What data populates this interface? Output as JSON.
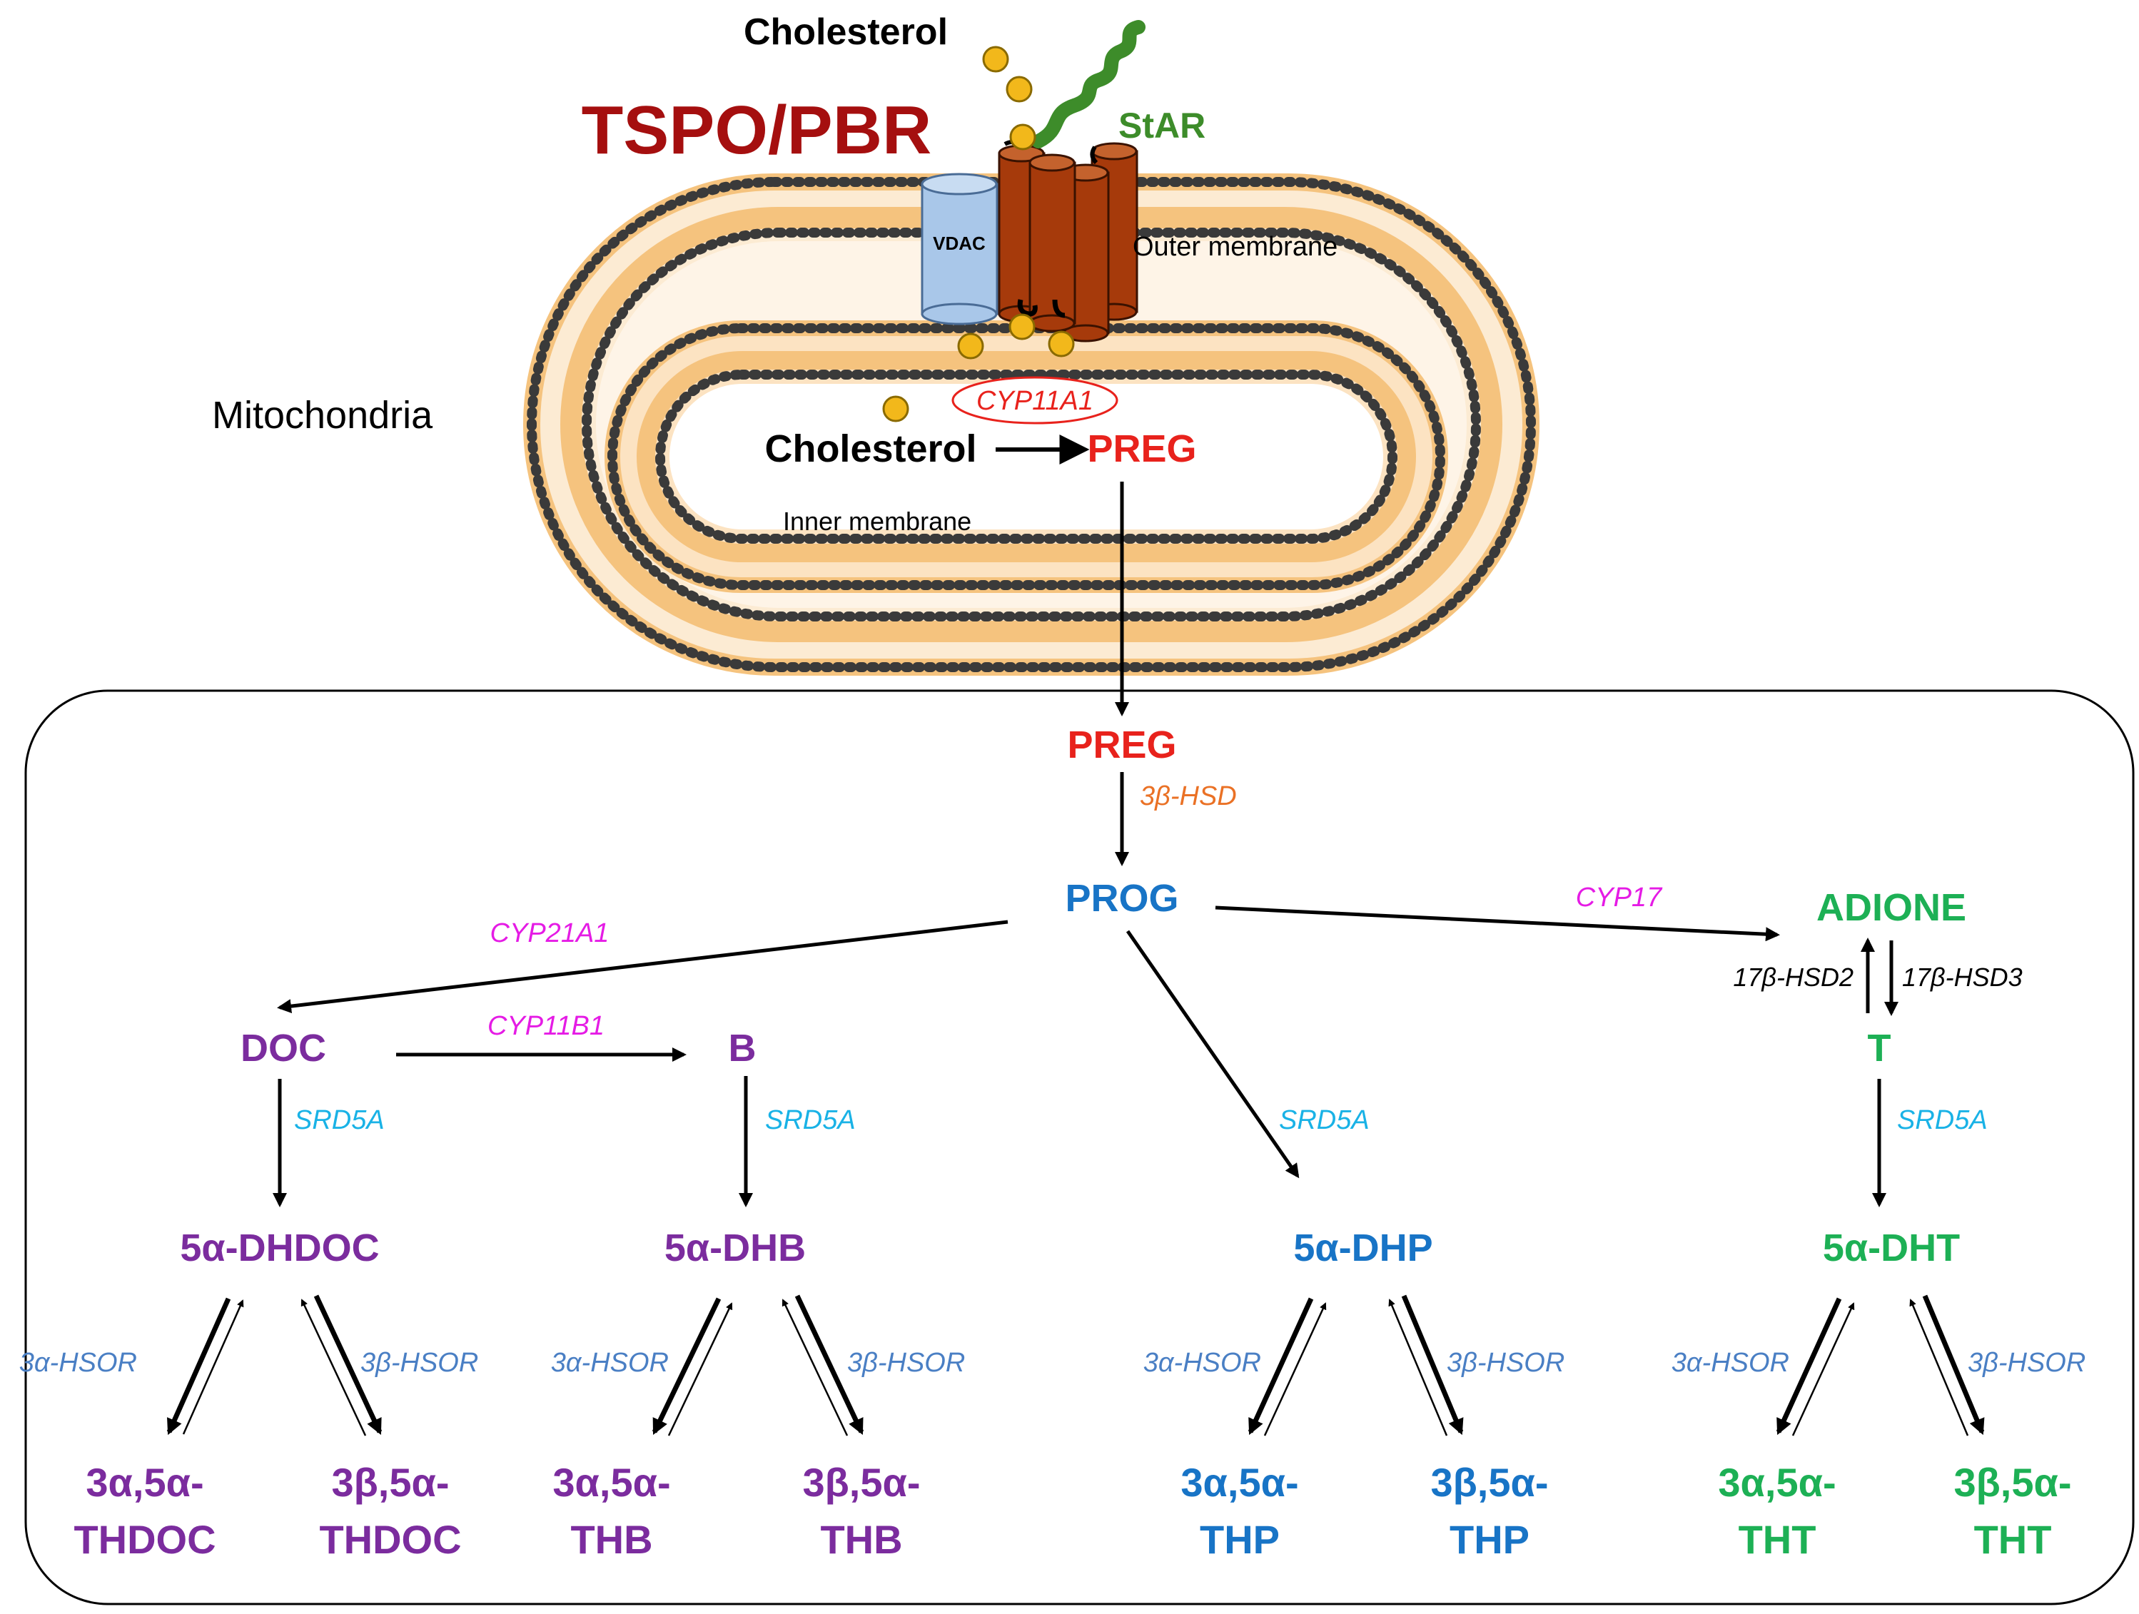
{
  "colors": {
    "purple": "#7B2C9E",
    "blue": "#1874C6",
    "green": "#1DB055",
    "red": "#E8221C",
    "dark_red": "#A50F0F",
    "magenta": "#E51BE5",
    "cyan": "#19B2E6",
    "steel_blue": "#4A7FC4",
    "orange": "#EA7125",
    "star_green": "#3D8C2A",
    "tspo_brown": "#A63A0B",
    "vdac_blue": "#A9C7E9",
    "lipid_orange": "#F5C37E",
    "cholesterol_yellow": "#F2B81B"
  },
  "mito": {
    "tspo_label": "TSPO/PBR",
    "cholesterol_top": "Cholesterol",
    "star_label": "StAR",
    "vdac_label": "VDAC",
    "outer_membrane": "Outer membrane",
    "inner_membrane": "Inner membrane",
    "mitochondria": "Mitochondria",
    "cyp11a1": "CYP11A1",
    "cholesterol_inner": "Cholesterol",
    "preg_inner": "PREG"
  },
  "pathway": {
    "preg": "PREG",
    "hsd3b": "3β-HSD",
    "prog": "PROG",
    "cyp21a1": "CYP21A1",
    "cyp17": "CYP17",
    "adione": "ADIONE",
    "hsd17b2": "17β-HSD2",
    "hsd17b3": "17β-HSD3",
    "t": "T",
    "doc": "DOC",
    "cyp11b1": "CYP11B1",
    "b": "B",
    "srd5a_doc": "SRD5A",
    "srd5a_b": "SRD5A",
    "srd5a_prog": "SRD5A",
    "srd5a_t": "SRD5A",
    "dhdoc": "5α-DHDOC",
    "dhb": "5α-DHB",
    "dhp": "5α-DHP",
    "dht": "5α-DHT",
    "hsor_a_1": "3α-HSOR",
    "hsor_b_1": "3β-HSOR",
    "hsor_a_2": "3α-HSOR",
    "hsor_b_2": "3β-HSOR",
    "hsor_a_3": "3α-HSOR",
    "hsor_b_3": "3β-HSOR",
    "hsor_a_4": "3α-HSOR",
    "hsor_b_4": "3β-HSOR",
    "thdoc_a_1": "3α,5α-",
    "thdoc_a_2": "THDOC",
    "thdoc_b_1": "3β,5α-",
    "thdoc_b_2": "THDOC",
    "thb_a_1": "3α,5α-",
    "thb_a_2": "THB",
    "thb_b_1": "3β,5α-",
    "thb_b_2": "THB",
    "thp_a_1": "3α,5α-",
    "thp_a_2": "THP",
    "thp_b_1": "3β,5α-",
    "thp_b_2": "THP",
    "tht_a_1": "3α,5α-",
    "tht_a_2": "THT",
    "tht_b_1": "3β,5α-",
    "tht_b_2": "THT"
  }
}
